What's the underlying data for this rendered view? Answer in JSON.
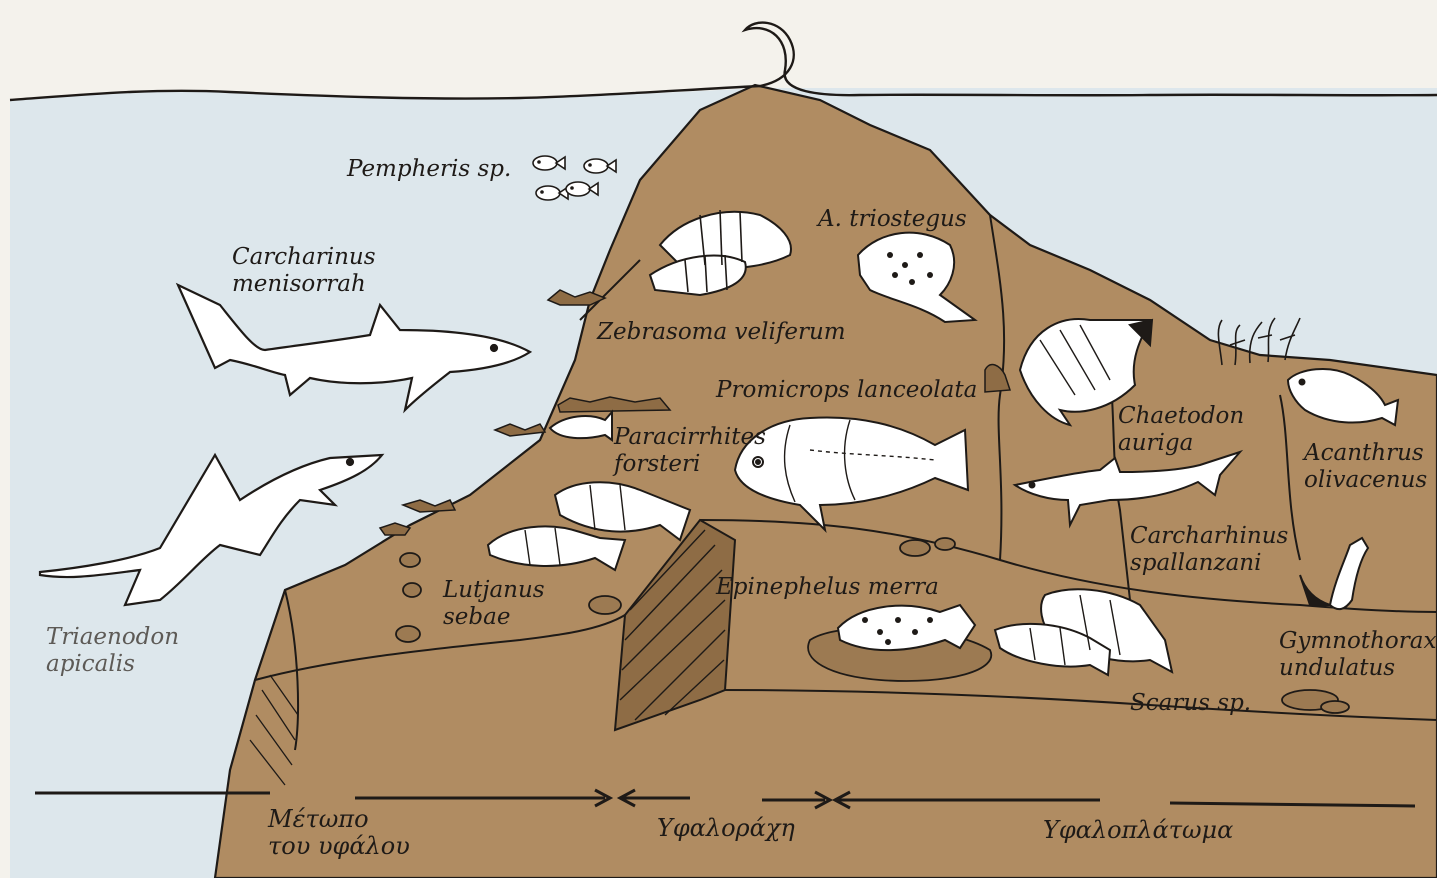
{
  "colors": {
    "water": "#dde7ec",
    "reef": "#b08c62",
    "reef_dark": "#8e6c45",
    "outline": "#1e1a17",
    "shark": "#ffffff",
    "paper": "#f4f2ec"
  },
  "labels": {
    "pempheris": "Pempheris sp.",
    "carcharinus_1": "Carcharinus",
    "carcharinus_2": "menisorrah",
    "triostegus": "A. triostegus",
    "zebrasoma": "Zebrasoma veliferum",
    "promicrops": "Promicrops lanceolata",
    "paracirrhites_1": "Paracirrhites",
    "paracirrhites_2": "forsteri",
    "chaetodon_1": "Chaetodon",
    "chaetodon_2": "auriga",
    "acanthrus_1": "Acanthrus",
    "acanthrus_2": "olivacenus",
    "carcharhinus_1": "Carcharhinus",
    "carcharhinus_2": "spallanzani",
    "lutjanus_1": "Lutjanus",
    "lutjanus_2": "sebae",
    "epinephelus": "Epinephelus merra",
    "triaenodon_1": "Triaenodon",
    "triaenodon_2": "apicalis",
    "gymnothorax_1": "Gymnothorax",
    "gymnothorax_2": "undulatus",
    "scarus": "Scarus sp."
  },
  "zones": {
    "reef_front_1": "Μέτωπο",
    "reef_front_2": "του υφάλου",
    "reef_crest": "Υφαλοράχη",
    "reef_flat": "Υφαλοπλάτωμα"
  }
}
